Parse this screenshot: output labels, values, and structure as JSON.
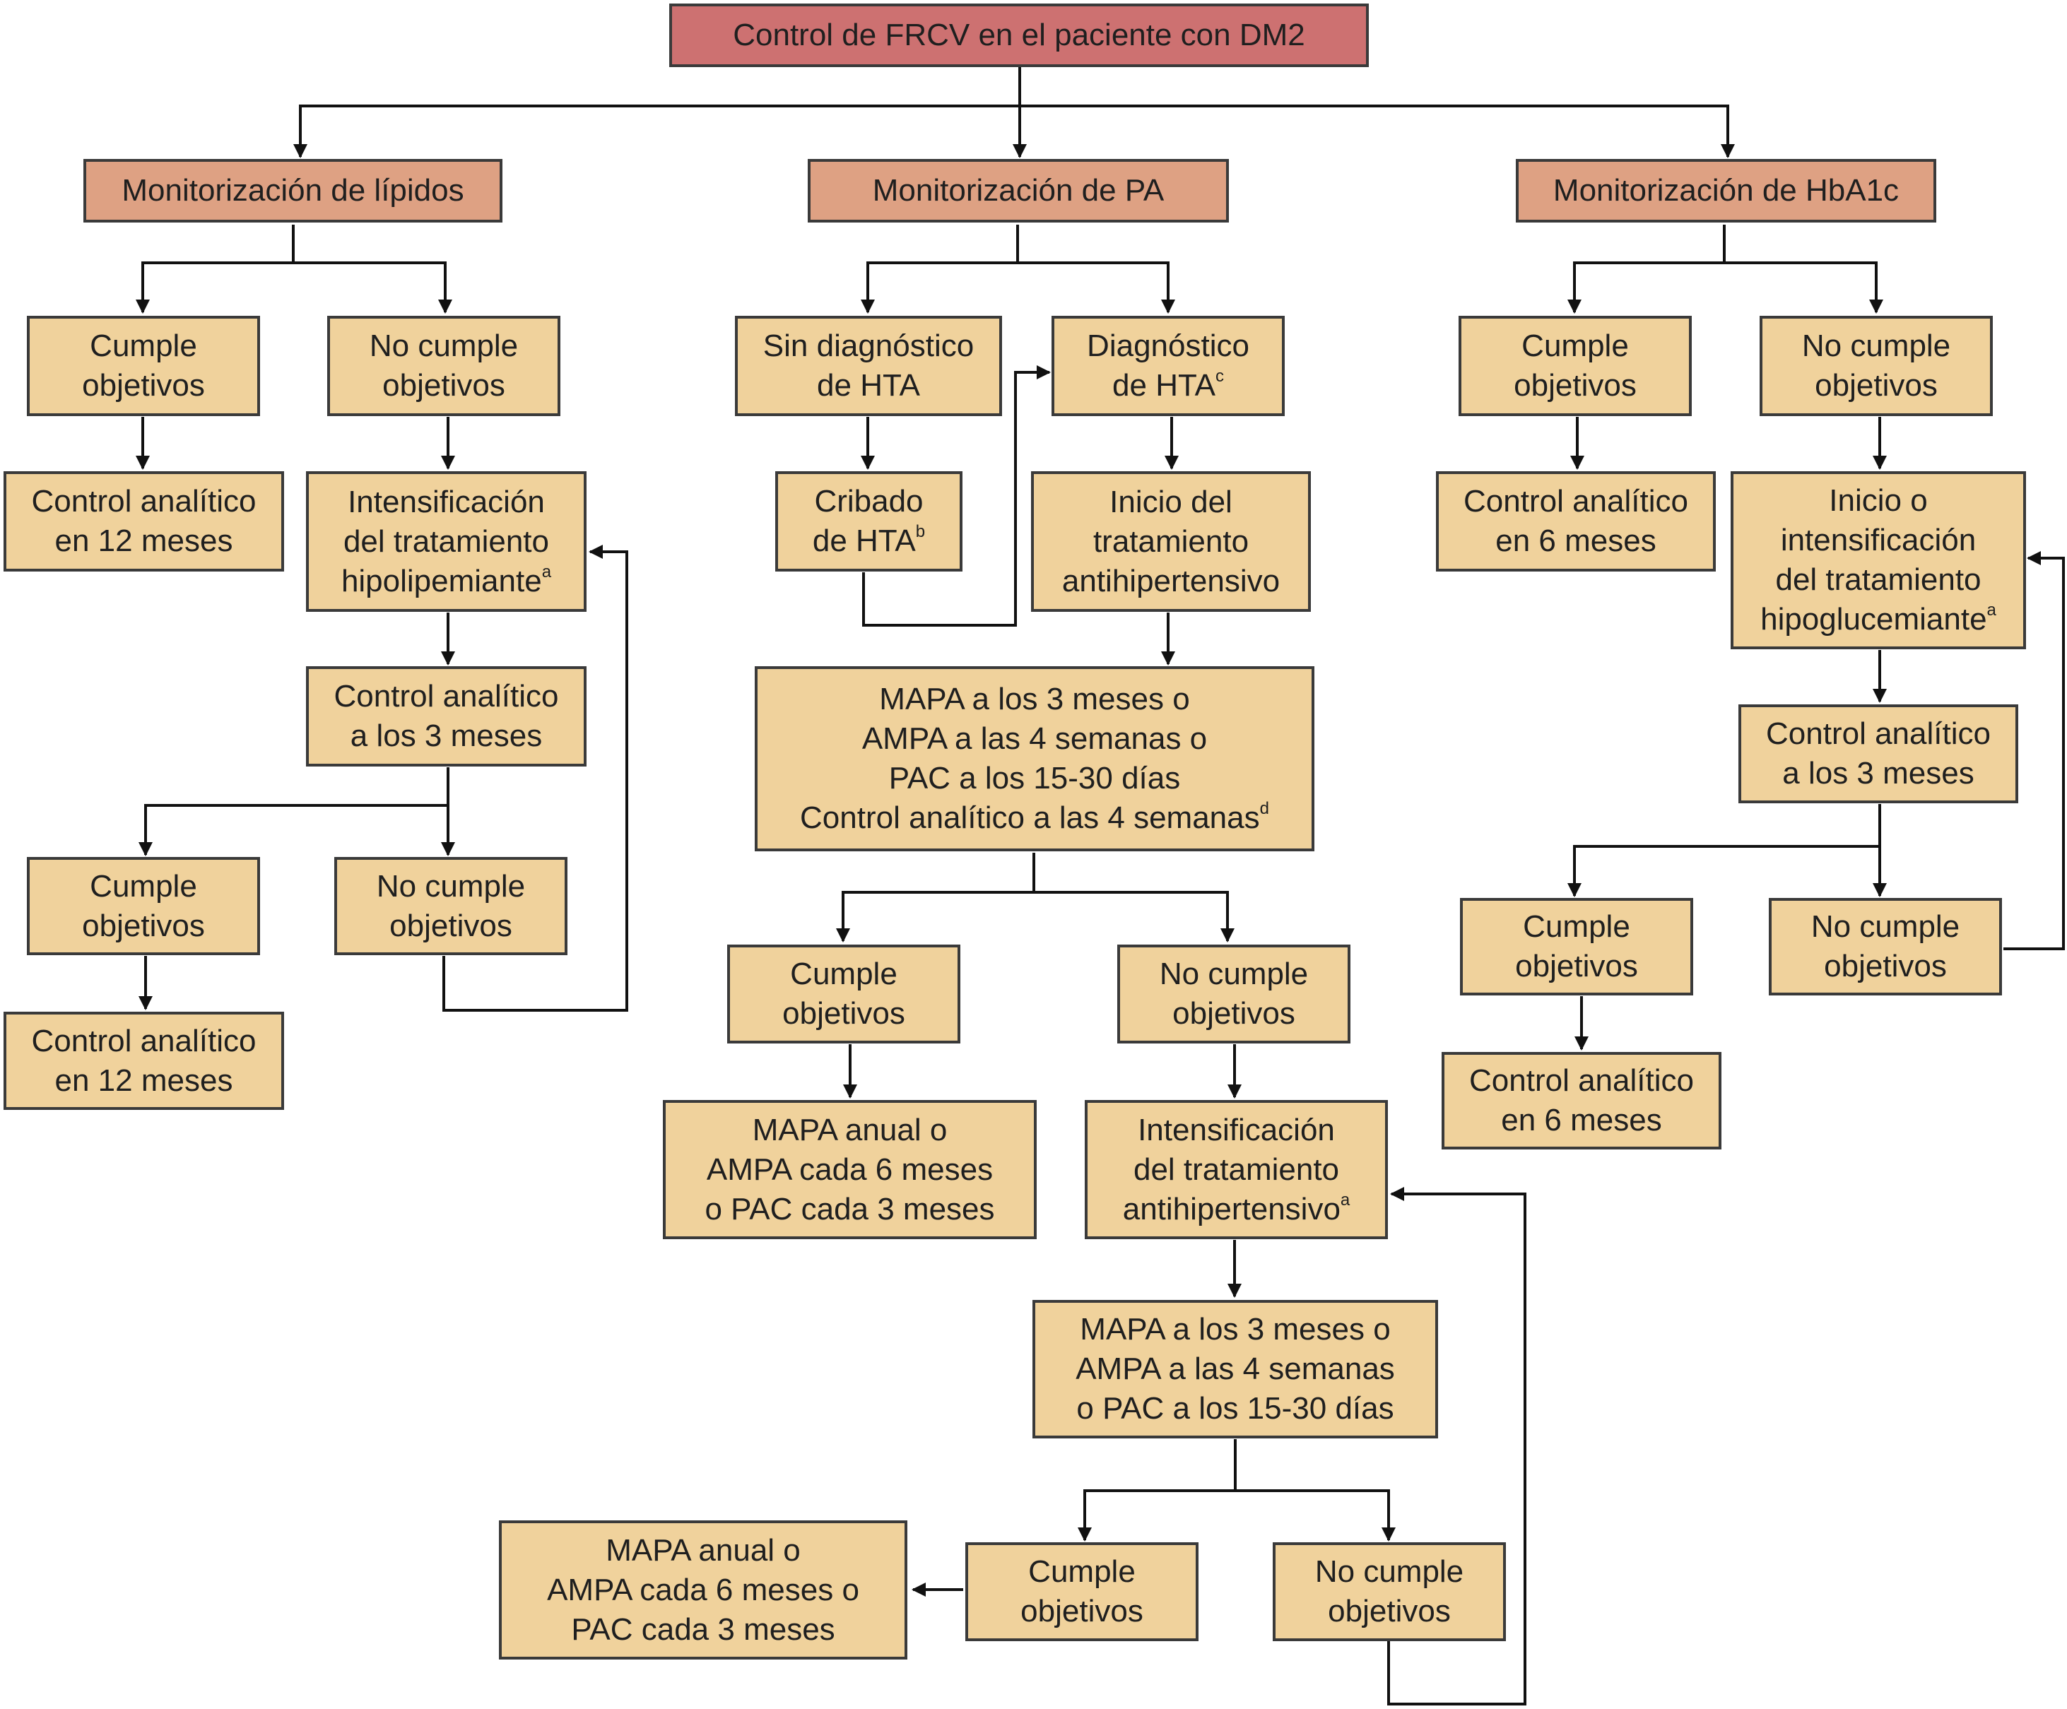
{
  "colors": {
    "top": "#cd7171",
    "section": "#dea183",
    "node": "#f0d29c",
    "border": "#3a3a3a"
  },
  "nodes": {
    "root": {
      "lines": [
        "Control de FRCV en el paciente con DM2"
      ]
    },
    "lip_head": {
      "lines": [
        "Monitorización de lípidos"
      ]
    },
    "pa_head": {
      "lines": [
        "Monitorización de PA"
      ]
    },
    "hb_head": {
      "lines": [
        "Monitorización de HbA1c"
      ]
    },
    "lip_cumple_1": {
      "lines": [
        "Cumple",
        "objetivos"
      ]
    },
    "lip_nocumple_1": {
      "lines": [
        "No cumple",
        "objetivos"
      ]
    },
    "lip_control_12_a": {
      "lines": [
        "Control analítico",
        "en 12 meses"
      ]
    },
    "lip_intensif": {
      "lines": [
        "Intensificación",
        "del tratamiento",
        "hipolipemiante"
      ],
      "sup": "a"
    },
    "lip_control_3": {
      "lines": [
        "Control analítico",
        "a los 3 meses"
      ]
    },
    "lip_cumple_2": {
      "lines": [
        "Cumple",
        "objetivos"
      ]
    },
    "lip_nocumple_2": {
      "lines": [
        "No cumple",
        "objetivos"
      ]
    },
    "lip_control_12_b": {
      "lines": [
        "Control analítico",
        "en 12 meses"
      ]
    },
    "pa_sin_dx": {
      "lines": [
        "Sin diagnóstico",
        "de HTA"
      ]
    },
    "pa_dx": {
      "lines": [
        "Diagnóstico",
        "de HTA"
      ],
      "sup": "c"
    },
    "pa_cribado": {
      "lines": [
        "Cribado",
        "de HTA"
      ],
      "sup": "b"
    },
    "pa_inicio": {
      "lines": [
        "Inicio del",
        "tratamiento",
        "antihipertensivo"
      ]
    },
    "pa_mapa_1": {
      "lines": [
        "MAPA a los 3 meses o",
        "AMPA a las 4 semanas o",
        "PAC a los 15-30 días",
        "Control analítico a las 4 semanas"
      ],
      "sup": "d"
    },
    "pa_cumple_1": {
      "lines": [
        "Cumple",
        "objetivos"
      ]
    },
    "pa_nocumple_1": {
      "lines": [
        "No cumple",
        "objetivos"
      ]
    },
    "pa_mapa_anual_1": {
      "lines": [
        "MAPA anual o",
        "AMPA cada 6 meses",
        "o PAC cada 3 meses"
      ]
    },
    "pa_intensif": {
      "lines": [
        "Intensificación",
        "del tratamiento",
        "antihipertensivo"
      ],
      "sup": "a"
    },
    "pa_mapa_2": {
      "lines": [
        "MAPA a los 3 meses o",
        "AMPA a las 4 semanas",
        "o PAC a los 15-30 días"
      ]
    },
    "pa_cumple_2": {
      "lines": [
        "Cumple",
        "objetivos"
      ]
    },
    "pa_nocumple_2": {
      "lines": [
        "No cumple",
        "objetivos"
      ]
    },
    "pa_mapa_anual_2": {
      "lines": [
        "MAPA anual o",
        "AMPA cada 6 meses o",
        "PAC cada 3 meses"
      ]
    },
    "hb_cumple_1": {
      "lines": [
        "Cumple",
        "objetivos"
      ]
    },
    "hb_nocumple_1": {
      "lines": [
        "No cumple",
        "objetivos"
      ]
    },
    "hb_control_6_a": {
      "lines": [
        "Control analítico",
        "en 6 meses"
      ]
    },
    "hb_inicio": {
      "lines": [
        "Inicio o",
        "intensificación",
        "del tratamiento",
        "hipoglucemiante"
      ],
      "sup": "a"
    },
    "hb_control_3": {
      "lines": [
        "Control analítico",
        "a los 3 meses"
      ]
    },
    "hb_cumple_2": {
      "lines": [
        "Cumple",
        "objetivos"
      ]
    },
    "hb_nocumple_2": {
      "lines": [
        "No cumple",
        "objetivos"
      ]
    },
    "hb_control_6_b": {
      "lines": [
        "Control analítico",
        "en 6 meses"
      ]
    }
  }
}
